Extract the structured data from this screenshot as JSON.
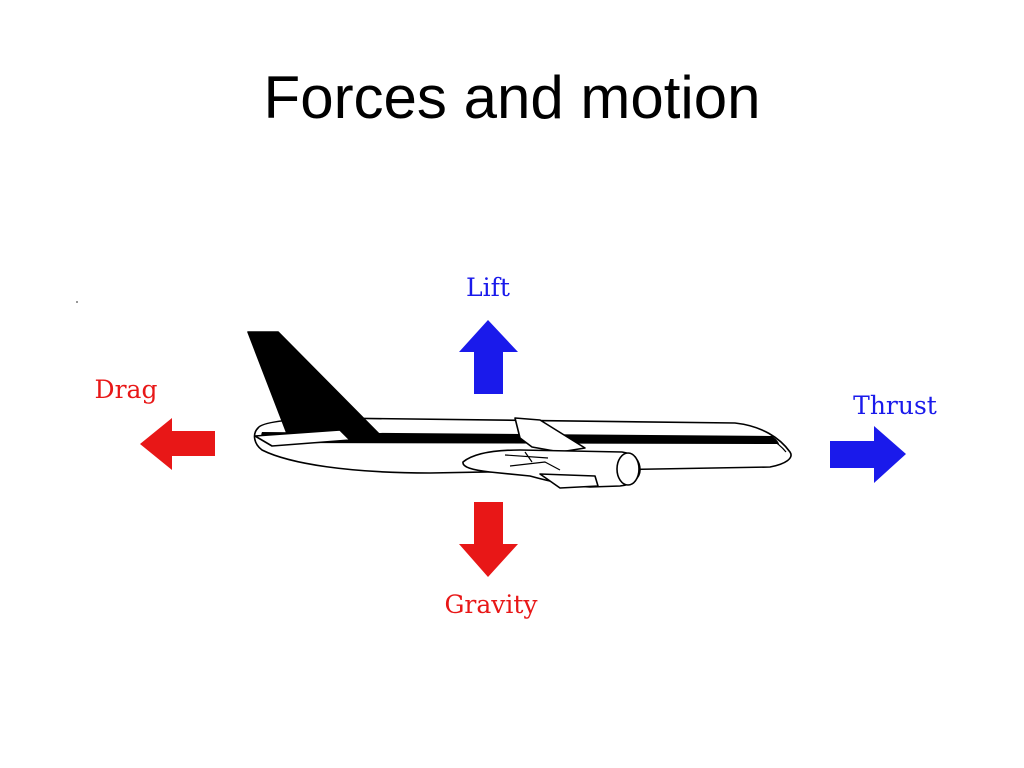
{
  "slide": {
    "title": "Forces and motion"
  },
  "forces": {
    "lift": {
      "label": "Lift",
      "color": "#1a1aeb"
    },
    "gravity": {
      "label": "Gravity",
      "color": "#e81717"
    },
    "drag": {
      "label": "Drag",
      "color": "#e81717"
    },
    "thrust": {
      "label": "Thrust",
      "color": "#1a1aeb"
    }
  },
  "airplane": {
    "fuselage_color": "#ffffff",
    "stripe_color": "#000000"
  }
}
